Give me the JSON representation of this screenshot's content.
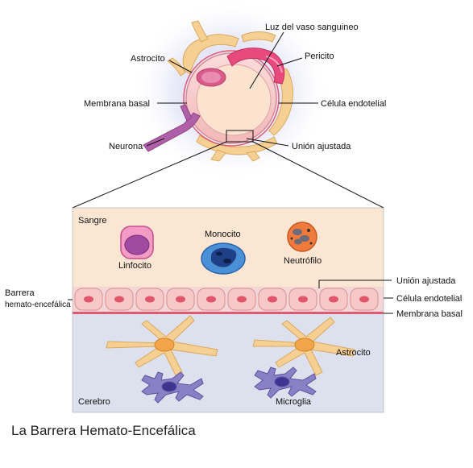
{
  "caption": "La Barrera Hemato-Encefálica",
  "top_labels": {
    "lumen": "Luz del vaso sanguineo",
    "astrocyte": "Astrocito",
    "pericyte": "Pericito",
    "basal_membrane": "Membrana basal",
    "endothelial_cell": "Célula endotelial",
    "neuron": "Neurona",
    "tight_junction": "Unión ajustada"
  },
  "bottom_labels": {
    "blood": "Sangre",
    "brain": "Cerebro",
    "monocyte": "Monocito",
    "lymphocyte": "Linfocito",
    "neutrophil": "Neutrófilo",
    "barrier_line1": "Barrera",
    "barrier_line2": "hemato-encefálica",
    "tight_junction": "Unión ajustada",
    "endothelial_cell": "Célula endotelial",
    "basal_membrane": "Membrana basal",
    "astrocyte": "Astrocito",
    "microglia": "Microglia"
  },
  "colors": {
    "blood": "#fbe6d4",
    "brain": "#dde1ee",
    "endothelium": "#f6c9c8",
    "nucleus": "#e0566a",
    "basal_membrane": "#e05a74",
    "astrocyte": "#f6cf92",
    "microglia": "#8a80c6",
    "pericyte": "#e84a7e",
    "neuron": "#b060a8",
    "monocyte": "#4a90d6",
    "neutrophil": "#f07a3c"
  }
}
